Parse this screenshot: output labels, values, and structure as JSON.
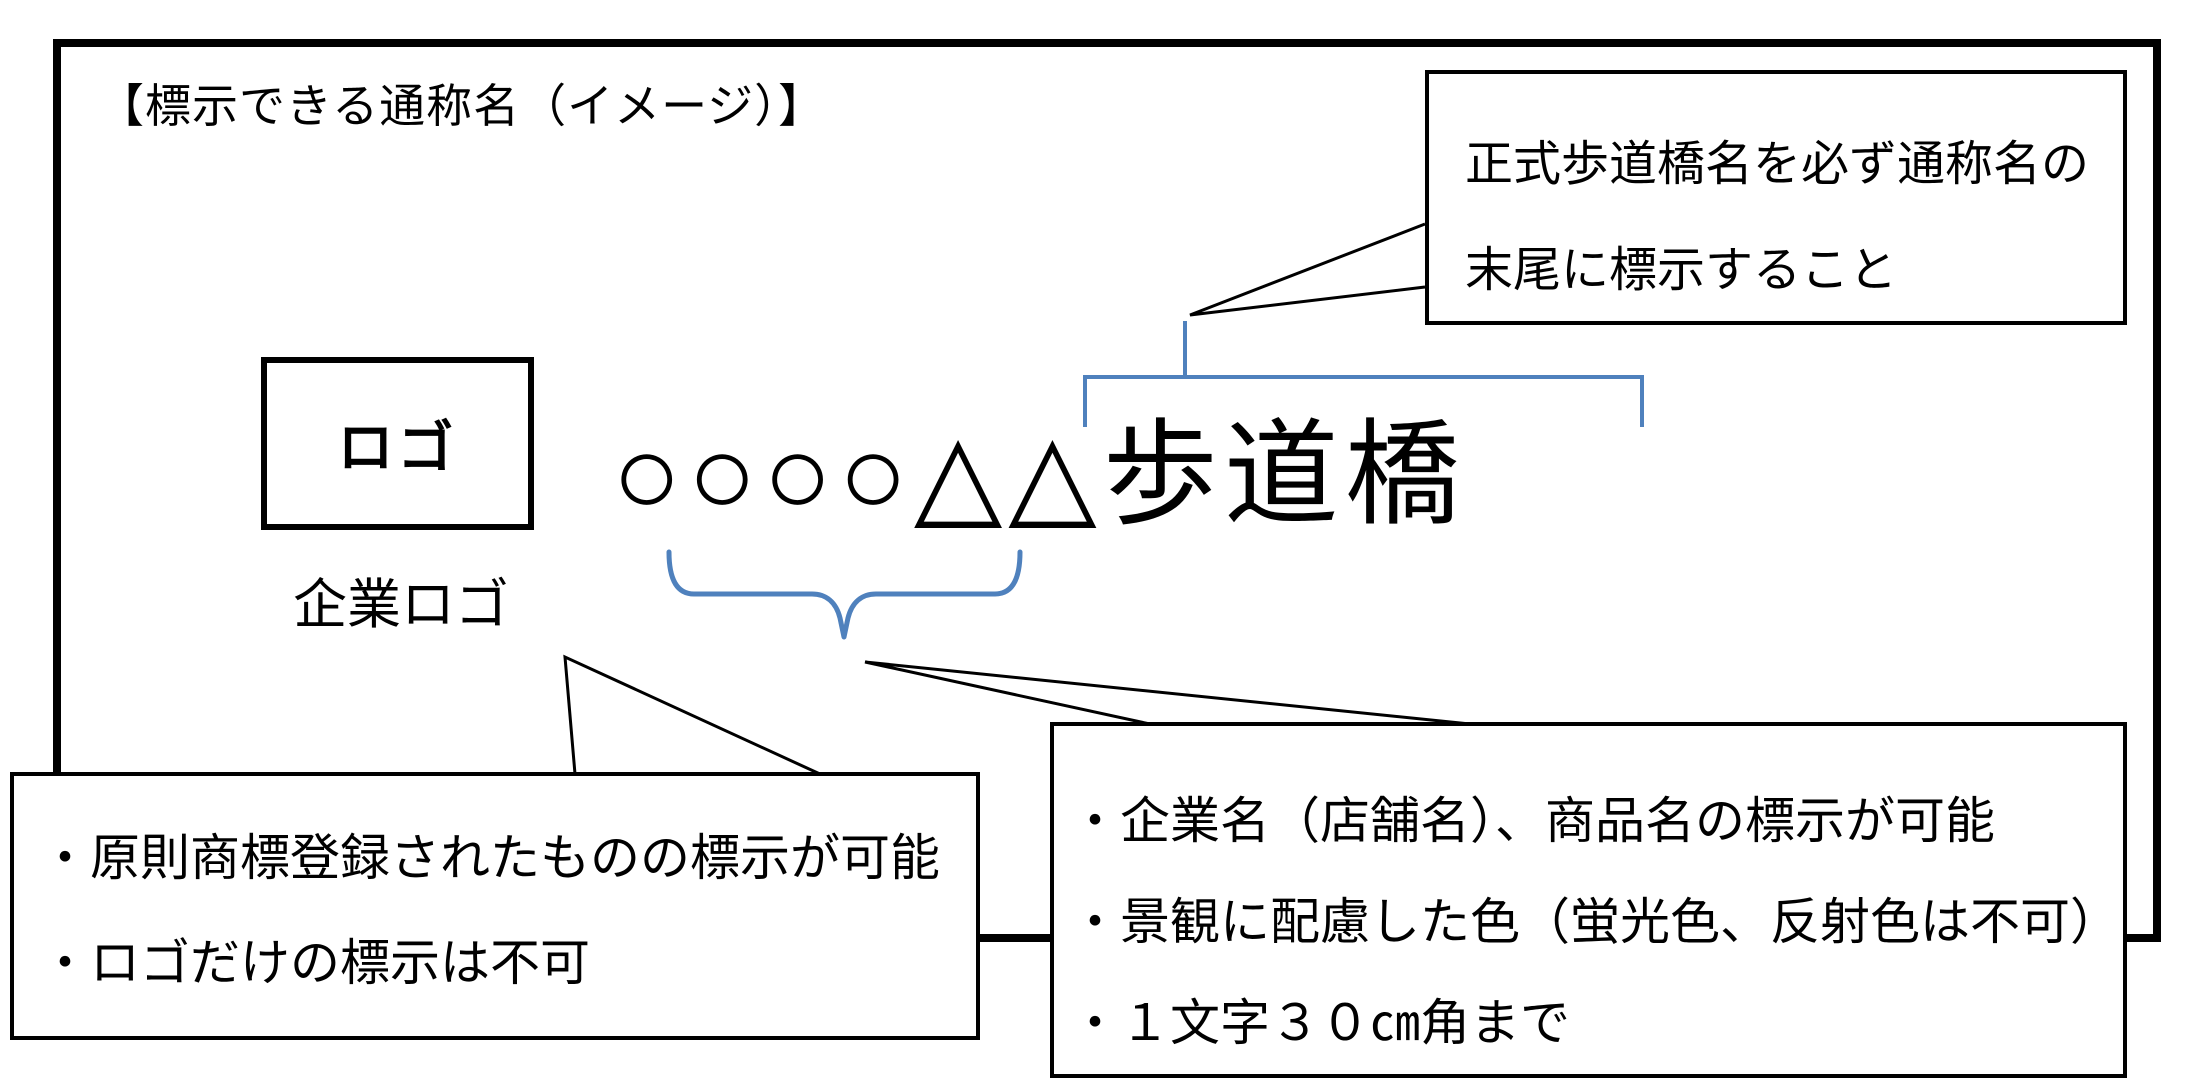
{
  "title": "【標示できる通称名（イメージ）】",
  "logo": {
    "box_text": "ロゴ",
    "caption": "企業ロゴ"
  },
  "sign": {
    "text": "○○○○△△歩道橋"
  },
  "callout_top_right": {
    "lines": [
      "正式歩道橋名を必ず通称名の",
      "末尾に標示すること"
    ]
  },
  "callout_bottom_left": {
    "lines": [
      "・原則商標登録されたものの標示が可能",
      "・ロゴだけの標示は不可"
    ]
  },
  "callout_bottom_right": {
    "lines": [
      "・企業名（店舗名）、商品名の標示が可能",
      "・景観に配慮した色（蛍光色、反射色は不可）",
      "・１文字３０㎝角まで"
    ]
  },
  "colors": {
    "accent_blue": "#4f81bd",
    "line_black": "#000000",
    "background": "#ffffff"
  }
}
